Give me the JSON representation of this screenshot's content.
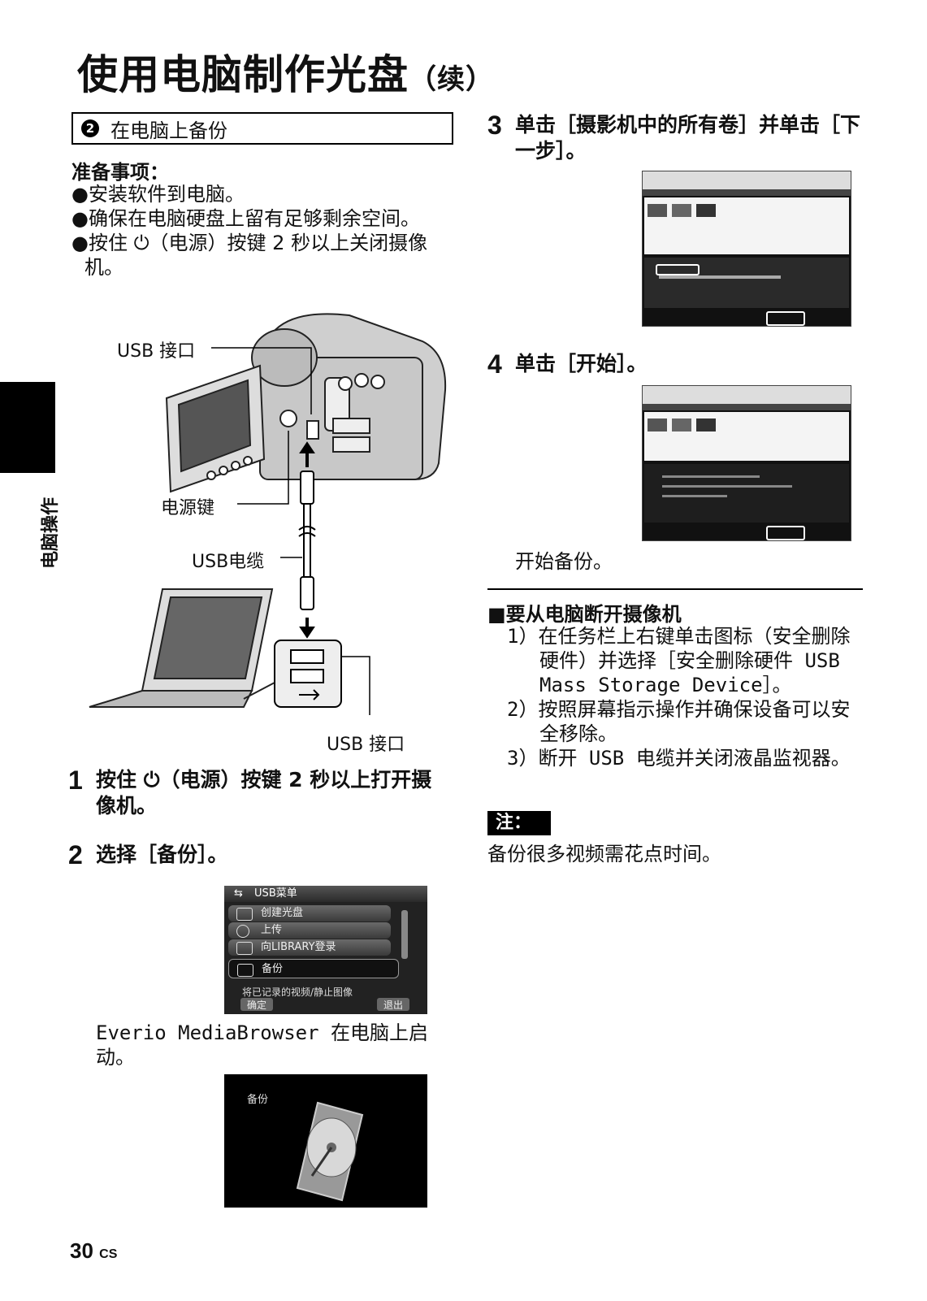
{
  "page": {
    "title": "使用电脑制作光盘",
    "title_suffix": "（续）",
    "section_number": "2",
    "section_label": "在电脑上备份",
    "side_label": "电脑操作",
    "page_number": "30",
    "page_lang": "CS"
  },
  "prep": {
    "heading": "准备事项：",
    "items": [
      "●安装软件到电脑。",
      "●确保在电脑硬盘上留有足够剩余空间。",
      "●按住 ⏻（电源）按键 2 秒以上关闭摄像机。"
    ]
  },
  "diagram": {
    "usb_port_top": "USB 接口",
    "power_key": "电源键",
    "usb_cable": "USB电缆",
    "usb_port_bottom": "USB 接口"
  },
  "steps": {
    "s1_num": "1",
    "s1_text": "按住 ⏻（电源）按键 2 秒以上打开摄像机。",
    "s2_num": "2",
    "s2_text": "选择［备份］。",
    "s2_after": "Everio MediaBrowser 在电脑上启动。",
    "s3_num": "3",
    "s3_text": "单击［摄影机中的所有卷］并单击［下一步］。",
    "s4_num": "4",
    "s4_text": "单击［开始］。",
    "s4_after": "开始备份。"
  },
  "camera_menu": {
    "header": "USB菜单",
    "items": [
      "创建光盘",
      "上传",
      "向LIBRARY登录",
      "备份"
    ],
    "desc": "将已记录的视频/静止图像",
    "ok": "确定",
    "exit": "退出"
  },
  "backup_screen": {
    "label": "备份"
  },
  "disconnect": {
    "heading": "■要从电脑断开摄像机",
    "items": [
      "1）在任务栏上右键单击图标（安全删除硬件）并选择［安全删除硬件 USB Mass Storage Device］。",
      "2）按照屏幕指示操作并确保设备可以安全移除。",
      "3）断开 USB 电缆并关闭液晶监视器。"
    ]
  },
  "note": {
    "tag": "注：",
    "text": "备份很多视频需花点时间。"
  }
}
